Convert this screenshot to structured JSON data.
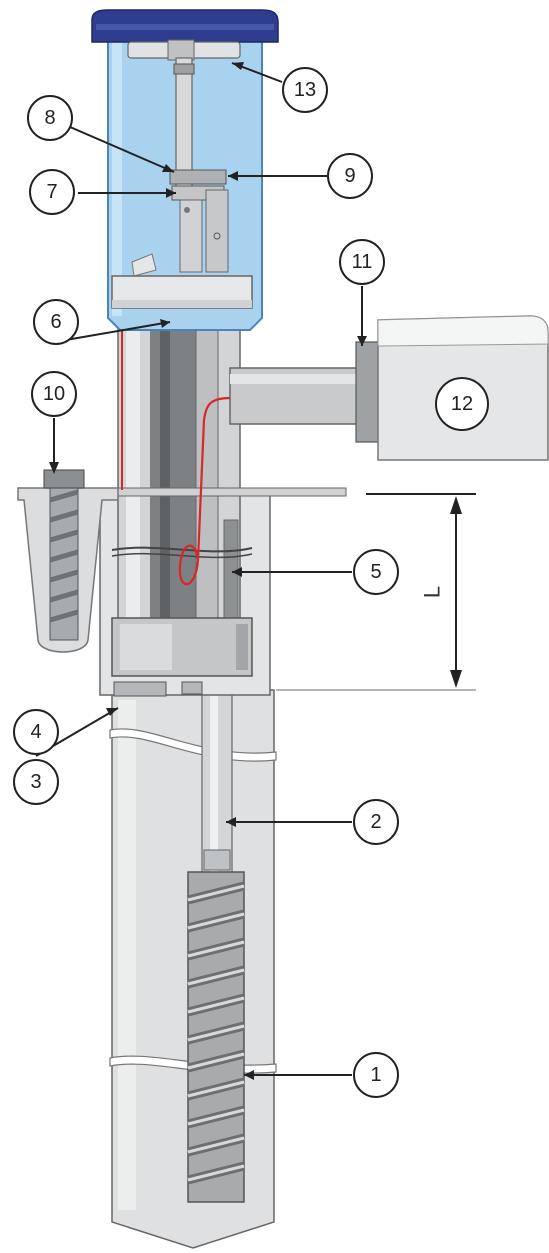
{
  "callouts": {
    "c1": "1",
    "c2": "2",
    "c3": "3",
    "c4": "4",
    "c5": "5",
    "c6": "6",
    "c7": "7",
    "c8": "8",
    "c9": "9",
    "c10": "10",
    "c11": "11",
    "c12": "12",
    "c13": "13"
  },
  "dimension_label": "L",
  "colors": {
    "cover_blue": "#a9d2ee",
    "cover_edge": "#4a84b8",
    "cap_navy": "#2e3d8f",
    "steel_light": "#e6e7e8",
    "steel_mid": "#c9cbcd",
    "steel_dark": "#8f9396",
    "wire_red": "#d8262b",
    "outline": "#555555"
  }
}
